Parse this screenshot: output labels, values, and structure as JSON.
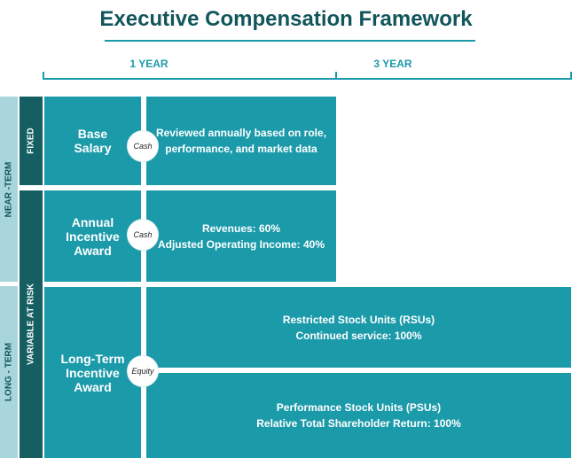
{
  "title": "Executive Compensation Framework",
  "periods": {
    "one_year": "1 YEAR",
    "three_year": "3 YEAR"
  },
  "side_labels": {
    "near_term": "NEAR -TERM",
    "long_term": "LONG - TERM",
    "fixed": "FIXED",
    "variable_at_risk": "VARIABLE AT RISK"
  },
  "rows": {
    "base": {
      "component": "Base\nSalary",
      "vehicle": "Cash",
      "description": "Reviewed annually based on role,\nperformance, and market data"
    },
    "annual": {
      "component": "Annual\nIncentive\nAward",
      "vehicle": "Cash",
      "description": "Revenues:  60%\nAdjusted Operating Income:  40%"
    },
    "long_term": {
      "component": "Long-Term\nIncentive\nAward",
      "vehicle": "Equity",
      "rsu": "Restricted Stock Units (RSUs)\nContinued service:  100%",
      "psu": "Performance Stock Units (PSUs)\nRelative Total Shareholder Return:  100%"
    }
  },
  "colors": {
    "title": "#12565c",
    "accent": "#1b9aaa",
    "dark_band": "#155e62",
    "light_band": "#a9d6dc"
  }
}
